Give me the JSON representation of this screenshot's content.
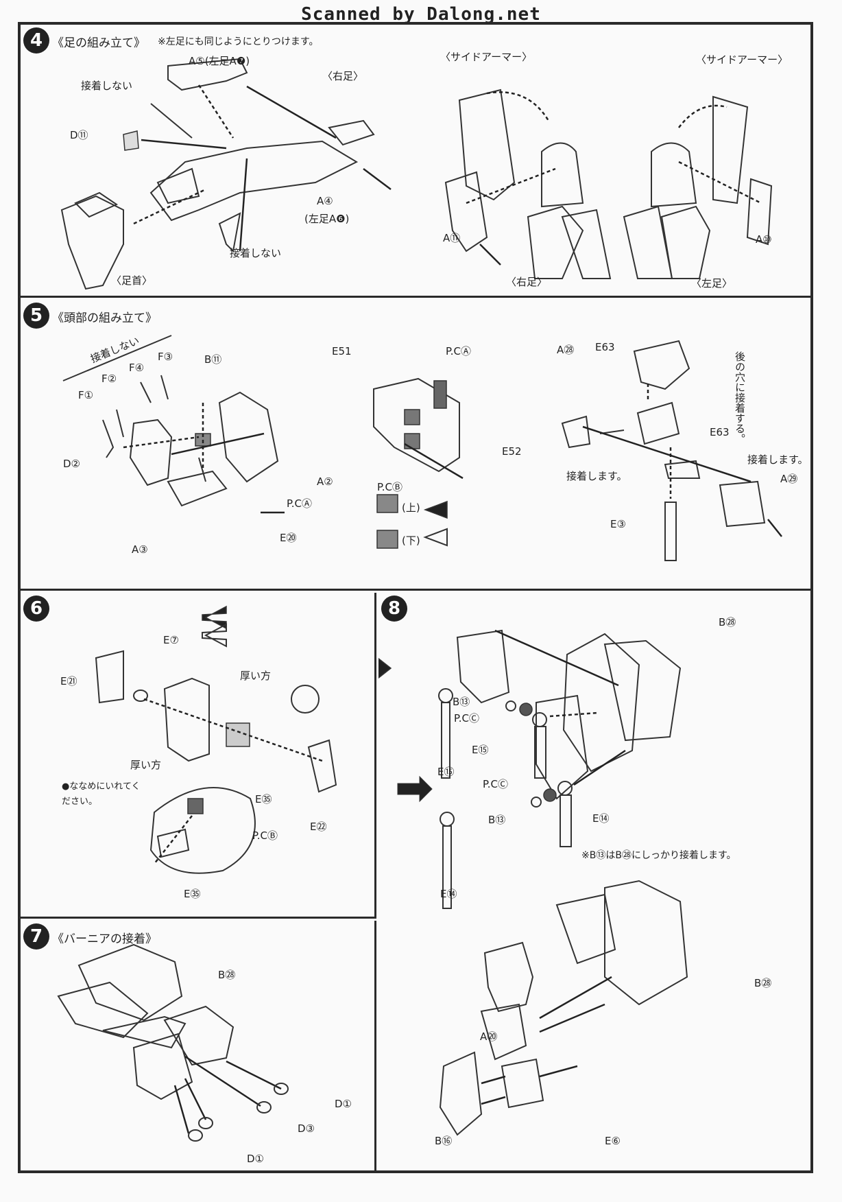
{
  "header": "Scanned by Dalong.net",
  "step4": {
    "number": "4",
    "title": "《足の組み立て》",
    "note": "※左足にも同じようにとりつけます。",
    "labels": {
      "a5": "A⑤(左足A❼)",
      "right_foot": "〈右足〉",
      "no_glue_1": "接着しない",
      "d11": "D⑪",
      "a4": "A④",
      "a4_left": "(左足A❻)",
      "no_glue_2": "接着しない",
      "ankle": "〈足首〉",
      "side_armor_1": "〈サイドアーマー〉",
      "side_armor_2": "〈サイドアーマー〉",
      "a11": "A⑪",
      "a10": "A⑩",
      "right_leg": "〈右足〉",
      "left_leg": "〈左足〉"
    }
  },
  "step5": {
    "number": "5",
    "title": "《頭部の組み立て》",
    "labels": {
      "no_glue": "接着しない",
      "f1": "F①",
      "f2": "F②",
      "f3": "F③",
      "f4": "F④",
      "b11": "B⑪",
      "d2": "D②",
      "a2": "A②",
      "pca": "P.CⒶ",
      "a3": "A③",
      "e20": "E⑳",
      "e51": "E51",
      "pca2": "P.CⒶ",
      "pcb": "P.CⒷ",
      "e52": "E52",
      "up": "(上)",
      "down": "(下)",
      "a28": "A㉘",
      "e63a": "E63",
      "e63b": "E63",
      "glue_1": "接着します。",
      "glue_2": "接着します。",
      "back_hole": "後の穴に接着する。",
      "a29": "A㉙",
      "e3": "E③"
    }
  },
  "step6": {
    "number": "6",
    "labels": {
      "e7": "E⑦",
      "e21": "E㉑",
      "thick_1": "厚い方",
      "thick_2": "厚い方",
      "diagonal": "●ななめにいれてください。",
      "e35a": "E㉟",
      "e35b": "E㉟",
      "e22": "E㉒",
      "pcb": "P.CⒷ"
    }
  },
  "step7": {
    "number": "7",
    "title": "《バーニアの接着》",
    "labels": {
      "b28": "B㉘",
      "d1a": "D①",
      "d3": "D③",
      "d1b": "D①"
    }
  },
  "step8": {
    "number": "8",
    "labels": {
      "b28a": "B㉘",
      "b13a": "B⑬",
      "pcc1": "P.CⒸ",
      "e15a": "E⑮",
      "pcc2": "P.CⒸ",
      "b13b": "B⑬",
      "e14a": "E⑭",
      "e15b": "E⑮",
      "e14b": "E⑭",
      "glue_note": "※B⑬はB㉘にしっかり接着します。",
      "b28b": "B㉘",
      "a20": "A⑳",
      "b16": "B⑯",
      "e6": "E⑥"
    }
  }
}
